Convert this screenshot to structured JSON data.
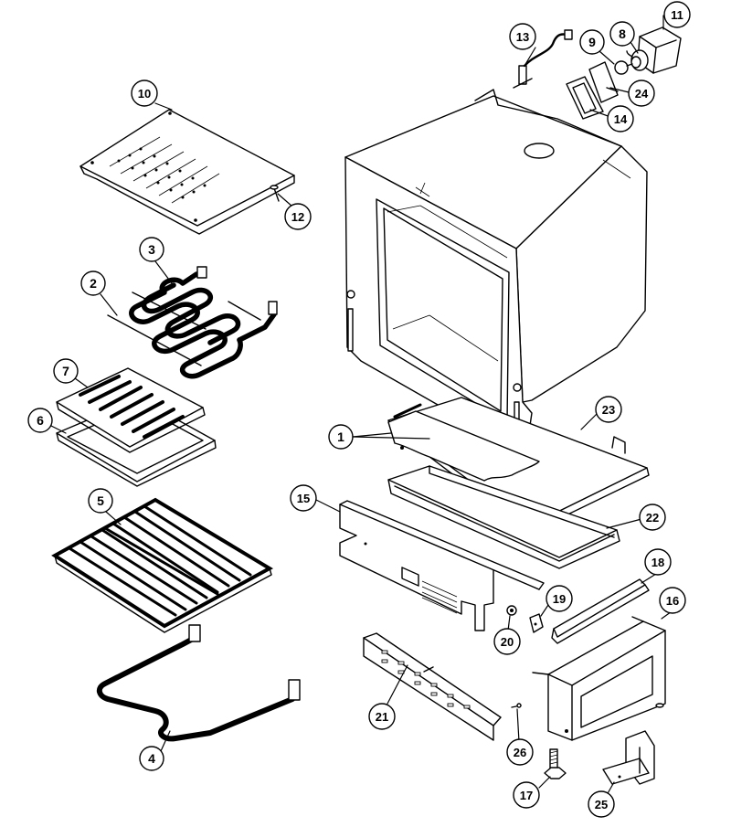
{
  "callouts": [
    {
      "id": "c1",
      "label": "1",
      "part": "oven-bottom-liner"
    },
    {
      "id": "c2",
      "label": "2",
      "part": "element-support"
    },
    {
      "id": "c3",
      "label": "3",
      "part": "broil-element"
    },
    {
      "id": "c4",
      "label": "4",
      "part": "bake-element"
    },
    {
      "id": "c5",
      "label": "5",
      "part": "oven-rack"
    },
    {
      "id": "c6",
      "label": "6",
      "part": "broiler-pan"
    },
    {
      "id": "c7",
      "label": "7",
      "part": "broiler-pan-insert"
    },
    {
      "id": "c8",
      "label": "8",
      "part": "lamp-receptacle"
    },
    {
      "id": "c9",
      "label": "9",
      "part": "lamp-bulb"
    },
    {
      "id": "c10",
      "label": "10",
      "part": "broil-element-shield"
    },
    {
      "id": "c11",
      "label": "11",
      "part": "lamp-housing"
    },
    {
      "id": "c12",
      "label": "12",
      "part": "screw"
    },
    {
      "id": "c13",
      "label": "13",
      "part": "sensor"
    },
    {
      "id": "c14",
      "label": "14",
      "part": "lamp-gasket"
    },
    {
      "id": "c15",
      "label": "15",
      "part": "front-frame"
    },
    {
      "id": "c16",
      "label": "16",
      "part": "leveling-leg-bracket"
    },
    {
      "id": "c17",
      "label": "17",
      "part": "leveling-leg"
    },
    {
      "id": "c18",
      "label": "18",
      "part": "side-rail"
    },
    {
      "id": "c19",
      "label": "19",
      "part": "clip"
    },
    {
      "id": "c20",
      "label": "20",
      "part": "spacer"
    },
    {
      "id": "c21",
      "label": "21",
      "part": "drawer-support"
    },
    {
      "id": "c22",
      "label": "22",
      "part": "bottom-panel"
    },
    {
      "id": "c23",
      "label": "23",
      "part": "oven-bottom"
    },
    {
      "id": "c24",
      "label": "24",
      "part": "lamp-lens"
    },
    {
      "id": "c25",
      "label": "25",
      "part": "anti-tip-bracket"
    },
    {
      "id": "c26",
      "label": "26",
      "part": "rivet"
    }
  ]
}
